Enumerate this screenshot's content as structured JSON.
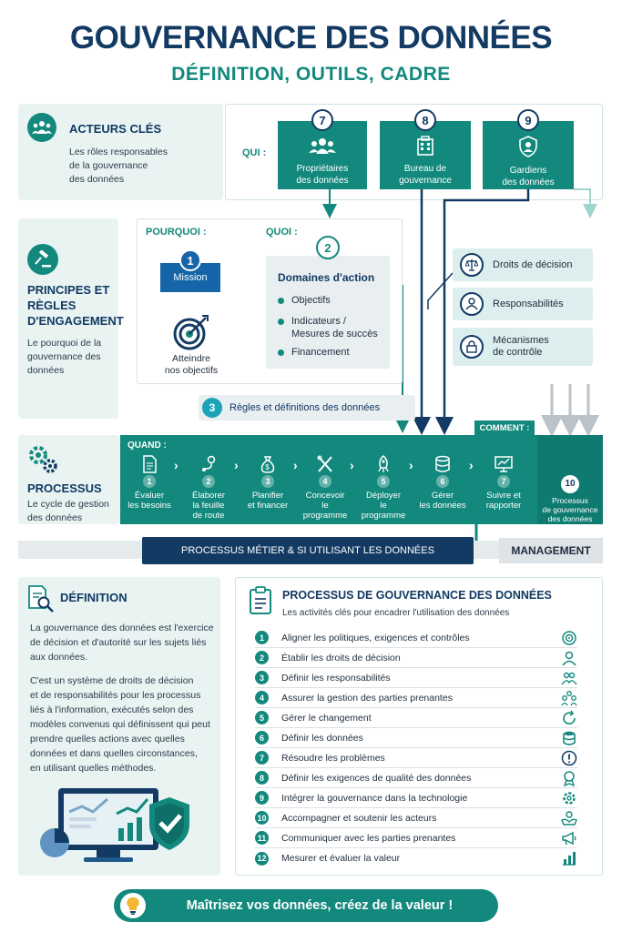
{
  "header": {
    "title": "GOUVERNANCE DES DONNÉES",
    "subtitle": "DÉFINITION, OUTILS, CADRE"
  },
  "acteurs": {
    "title": "ACTEURS CLÉS",
    "desc_lines": [
      "Les rôles responsables",
      "de la gouvernance",
      "des données"
    ],
    "qui_label": "QUI :",
    "boxes": [
      {
        "num": "7",
        "lines": [
          "Propriétaires",
          "des données"
        ]
      },
      {
        "num": "8",
        "lines": [
          "Bureau de",
          "gouvernance"
        ]
      },
      {
        "num": "9",
        "lines": [
          "Gardiens",
          "des données"
        ]
      }
    ]
  },
  "principes": {
    "title_lines": [
      "PRINCIPES ET",
      "RÈGLES",
      "D'ENGAGEMENT"
    ],
    "desc_lines": [
      "Le pourquoi de la",
      "gouvernance des",
      "données"
    ],
    "pourquoi_label": "POURQUOI :",
    "mission_num": "1",
    "mission_label": "Mission",
    "objectifs_lines": [
      "Atteindre",
      "nos objectifs"
    ],
    "quoi_label": "QUOI :",
    "quoi_num": "2",
    "domaines_title": "Domaines d'action",
    "domaines_items": [
      "Objectifs",
      "Indicateurs /",
      "Mesures de succès",
      "Financement"
    ],
    "regles_num": "3",
    "regles_label": "Règles et définitions des données",
    "right_items": [
      {
        "lines": [
          "Droits de décision"
        ]
      },
      {
        "lines": [
          "Responsabilités"
        ]
      },
      {
        "lines": [
          "Mécanismes",
          "de contrôle"
        ]
      }
    ],
    "comment_label": "COMMENT :"
  },
  "processus": {
    "title": "PROCESSUS",
    "desc_lines": [
      "Le cycle de gestion",
      "des données"
    ],
    "quand_label": "QUAND :",
    "steps": [
      {
        "num": "1",
        "lines": [
          "Évaluer",
          "les besoins"
        ]
      },
      {
        "num": "2",
        "lines": [
          "Élaborer",
          "la feuille",
          "de route"
        ]
      },
      {
        "num": "3",
        "lines": [
          "Planifier",
          "et financer"
        ]
      },
      {
        "num": "4",
        "lines": [
          "Concevoir",
          "le",
          "programme"
        ]
      },
      {
        "num": "5",
        "lines": [
          "Déployer",
          "le",
          "programme"
        ]
      },
      {
        "num": "6",
        "lines": [
          "Gérer",
          "les données"
        ]
      },
      {
        "num": "7",
        "lines": [
          "Suivre et",
          "rapporter"
        ]
      }
    ],
    "step10": {
      "num": "10",
      "lines": [
        "Processus",
        "de gouvernance",
        "des données"
      ]
    },
    "metier_label": "PROCESSUS MÉTIER & SI UTILISANT LES DONNÉES",
    "management_label": "MANAGEMENT"
  },
  "definition": {
    "title": "DÉFINITION",
    "para1_lines": [
      "La gouvernance des données est l'exercice",
      "de décision et d'autorité sur les sujets liés",
      "aux données."
    ],
    "para2_lines": [
      "C'est un système de droits de décision",
      "et de responsabilités pour les processus",
      "liés à l'information, exécutés selon des",
      "modèles convenus qui définissent qui peut",
      "prendre quelles actions avec quelles",
      "données et dans quelles circonstances,",
      "en utilisant quelles méthodes."
    ]
  },
  "gouv_process": {
    "title": "PROCESSUS DE GOUVERNANCE DES DONNÉES",
    "subtitle": "Les activités clés pour encadrer l'utilisation des données",
    "items": [
      {
        "num": "1",
        "text": "Aligner les politiques, exigences et contrôles",
        "icon": "target-icon"
      },
      {
        "num": "2",
        "text": "Établir les droits de décision",
        "icon": "person-icon"
      },
      {
        "num": "3",
        "text": "Définir les responsabilités",
        "icon": "team-icon"
      },
      {
        "num": "4",
        "text": "Assurer la gestion des parties prenantes",
        "icon": "group-icon"
      },
      {
        "num": "5",
        "text": "Gérer le changement",
        "icon": "refresh-icon"
      },
      {
        "num": "6",
        "text": "Définir les données",
        "icon": "database-icon"
      },
      {
        "num": "7",
        "text": "Résoudre les problèmes",
        "icon": "alert-icon"
      },
      {
        "num": "8",
        "text": "Définir les exigences de qualité des données",
        "icon": "badge-icon"
      },
      {
        "num": "9",
        "text": "Intégrer la gouvernance dans la technologie",
        "icon": "gear-icon"
      },
      {
        "num": "10",
        "text": "Accompagner et soutenir les acteurs",
        "icon": "support-icon"
      },
      {
        "num": "11",
        "text": "Communiquer avec les parties prenantes",
        "icon": "megaphone-icon"
      },
      {
        "num": "12",
        "text": "Mesurer et évaluer la valeur",
        "icon": "chart-icon"
      }
    ]
  },
  "footer": {
    "label": "Maîtrisez vos données, créez de la valeur !"
  },
  "colors": {
    "navy": "#123a63",
    "teal": "#13897d",
    "light_teal": "#e8f3f2"
  }
}
